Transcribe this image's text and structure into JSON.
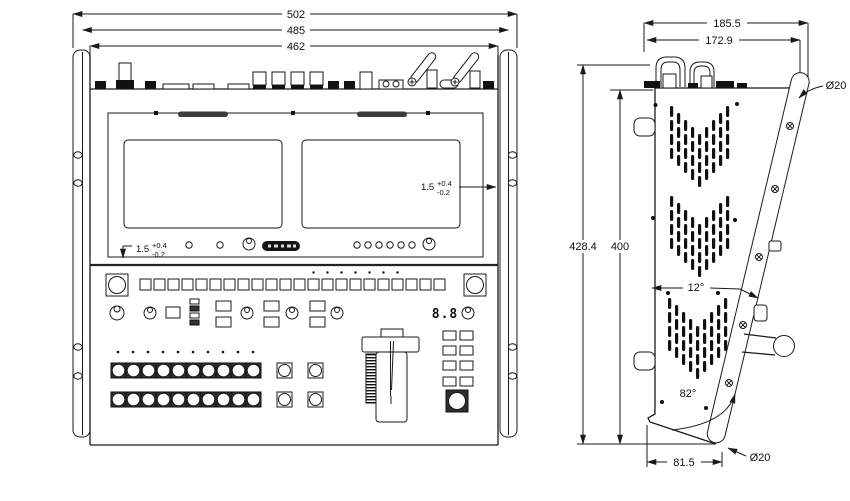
{
  "drawing": {
    "front": {
      "width_outer": "502",
      "width_mid": "485",
      "width_inner": "462",
      "gap_note": {
        "nominal": "1.5",
        "tol_plus": "+0.4",
        "tol_minus": "-0.2"
      },
      "display_value": "8.8"
    },
    "side": {
      "depth_outer": "185.5",
      "depth_inner": "172.9",
      "height_outer": "428.4",
      "height_inner": "400",
      "base_width": "81.5",
      "tilt_angle": "12°",
      "base_angle": "82°",
      "radius_top": "Ø20",
      "radius_bottom": "Ø20"
    }
  }
}
